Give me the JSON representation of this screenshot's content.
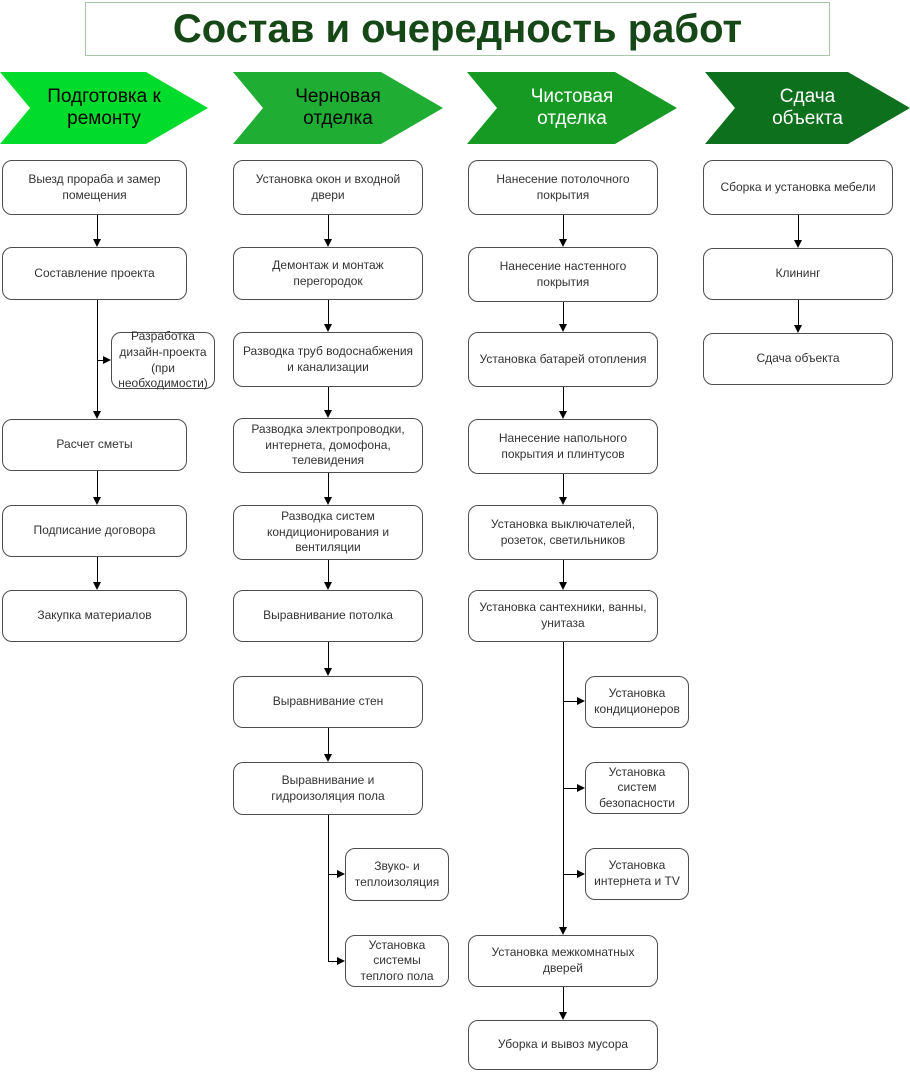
{
  "title": "Состав и очередность работ",
  "colors": {
    "title_text": "#164716",
    "title_border": "#a9c7a9",
    "node_border": "#4d4d4d",
    "connector": "#000000"
  },
  "stages": [
    {
      "line1": "Подготовка к",
      "line2": "ремонту",
      "color": "#00DB2C",
      "text_color": "#000000"
    },
    {
      "line1": "Черновая",
      "line2": "отделка",
      "color": "#1FAE33",
      "text_color": "#000000"
    },
    {
      "line1": "Чистовая",
      "line2": "отделка",
      "color": "#169A24",
      "text_color": "#FFFFFF"
    },
    {
      "line1": "Сдача",
      "line2": "объекта",
      "color": "#0D701C",
      "text_color": "#FFFFFF"
    }
  ],
  "col1": {
    "b1": "Выезд прораба и замер помещения",
    "b2": "Составление проекта",
    "side1": "Разработка дизайн-проекта (при необходимости)",
    "b3": "Расчет сметы",
    "b4": "Подписание договора",
    "b5": "Закупка материалов"
  },
  "col2": {
    "b1": "Установка окон и входной двери",
    "b2": "Демонтаж и монтаж перегородок",
    "b3": "Разводка труб водоснабжения и канализации",
    "b4": "Разводка электропроводки, интернета, домофона, телевидения",
    "b5": "Разводка систем кондиционирования и вентиляции",
    "b6": "Выравнивание потолка",
    "b7": "Выравнивание стен",
    "b8": "Выравнивание и гидроизоляция пола",
    "side1": "Звуко- и теплоизоляция",
    "side2": "Установка системы теплого пола"
  },
  "col3": {
    "b1": "Нанесение потолочного покрытия",
    "b2": "Нанесение настенного покрытия",
    "b3": "Установка батарей отопления",
    "b4": "Нанесение напольного покрытия и плинтусов",
    "b5": "Установка выключателей, розеток, светильников",
    "b6": "Установка сантехники, ванны, унитаза",
    "side1": "Установка кондиционеров",
    "side2": "Установка систем безопасности",
    "side3": "Установка интернета и TV",
    "b7": "Установка межкомнатных дверей",
    "b8": "Уборка и вывоз мусора"
  },
  "col4": {
    "b1": "Сборка и установка мебели",
    "b2": "Клининг",
    "b3": "Сдача объекта"
  }
}
